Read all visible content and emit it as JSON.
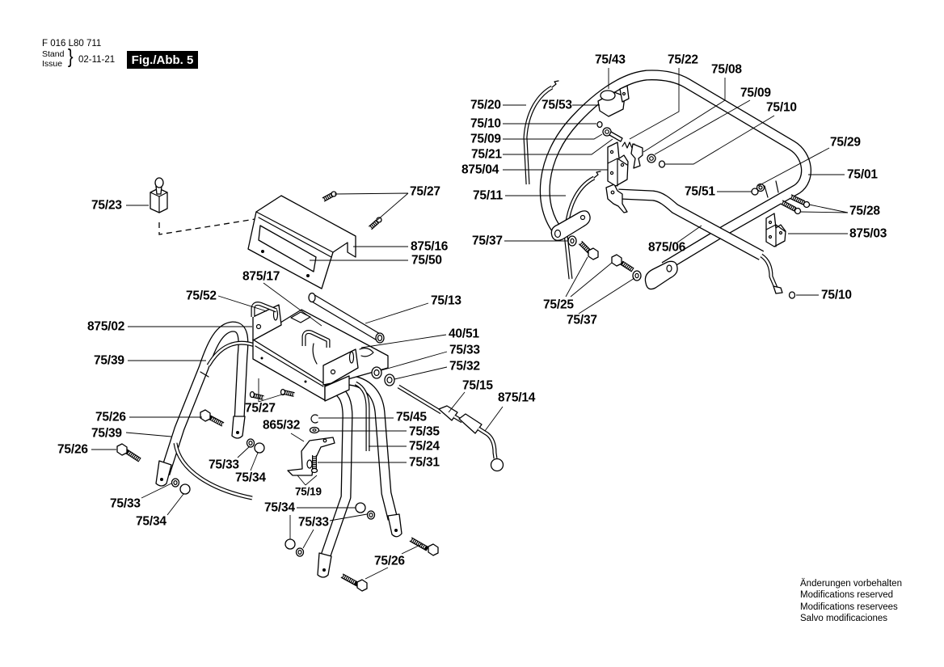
{
  "header": {
    "doc_number": "F 016 L80 711",
    "stand_label": "Stand",
    "issue_label": "Issue",
    "brace": "}",
    "date": "02-11-21",
    "figure_label": "Fig./Abb. 5"
  },
  "diagram": {
    "left_assembly_callouts": [
      "75/23",
      "75/27",
      "875/16",
      "75/50",
      "875/17",
      "75/52",
      "75/13",
      "875/02",
      "40/51",
      "75/39",
      "75/33",
      "75/32",
      "75/27",
      "75/15",
      "875/14",
      "75/26",
      "75/45",
      "865/32",
      "75/39",
      "75/35",
      "75/26",
      "75/24",
      "75/31",
      "75/33",
      "75/19",
      "75/34",
      "75/33",
      "75/34",
      "75/34",
      "75/33",
      "75/26"
    ],
    "right_assembly_callouts": [
      "75/43",
      "75/22",
      "75/08",
      "75/20",
      "75/53",
      "75/09",
      "75/10",
      "75/10",
      "75/09",
      "75/21",
      "875/04",
      "75/29",
      "75/01",
      "75/11",
      "75/51",
      "75/28",
      "875/03",
      "75/37",
      "875/06",
      "75/25",
      "75/37",
      "75/10"
    ]
  },
  "footer": {
    "lines": [
      "Änderungen vorbehalten",
      "Modifications reserved",
      "Modifications reservees",
      "Salvo modificaciones"
    ]
  }
}
